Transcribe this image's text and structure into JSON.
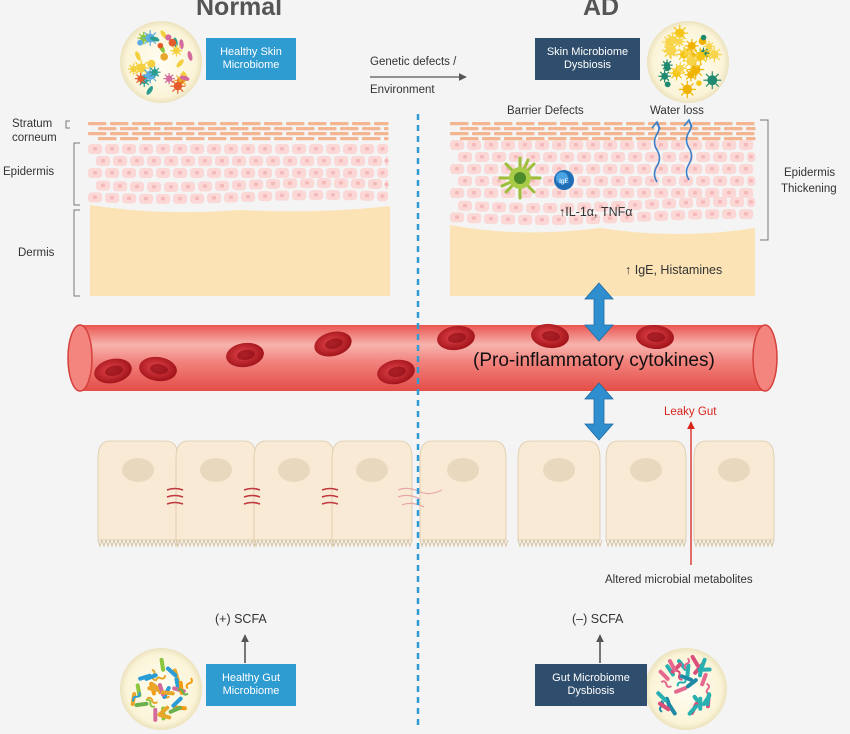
{
  "headings": {
    "normal": "Normal",
    "ad": "AD"
  },
  "boxes": {
    "healthy_skin": "Healthy Skin Microbiome",
    "skin_dysbiosis": "Skin Microbiome Dysbiosis",
    "healthy_gut": "Healthy Gut Microbiome",
    "gut_dysbiosis": "Gut Microbiome Dysbiosis"
  },
  "transition": {
    "line1": "Genetic defects /",
    "line2": "Environment"
  },
  "left_labels": {
    "stratum_line1": "Stratum",
    "stratum_line2": "corneum",
    "epidermis": "Epidermis",
    "dermis": "Dermis"
  },
  "right_labels": {
    "line1": "Epidermis",
    "line2": "Thickening"
  },
  "annotations": {
    "barrier_defects": "Barrier Defects",
    "water_loss": "Water loss",
    "ige_cell": "IgE",
    "il1a_tnfa": "↑IL-1α, TNFα",
    "ige_histamines": "↑ IgE, Histamines",
    "cytokines": "(Pro-inflammatory cytokines)",
    "leaky_gut": "Leaky Gut",
    "altered_metabolites": "Altered microbial metabolites",
    "scfa_pos": "(+) SCFA",
    "scfa_neg": "(–) SCFA"
  },
  "colors": {
    "heading": "#555555",
    "blue_box": "#2e9bd1",
    "navy_box": "#2f4d6c",
    "stratum": "#f3b690",
    "epidermis_cell": "#fbd7d6",
    "dermis": "#fbe3b6",
    "vessel": "#f0635e",
    "rbc": "#b8141c",
    "arrow": "#2f8fce",
    "divider": "#2f9ad3",
    "gut_cell": "#f8ead4",
    "leaky_gut": "#d9241c"
  }
}
